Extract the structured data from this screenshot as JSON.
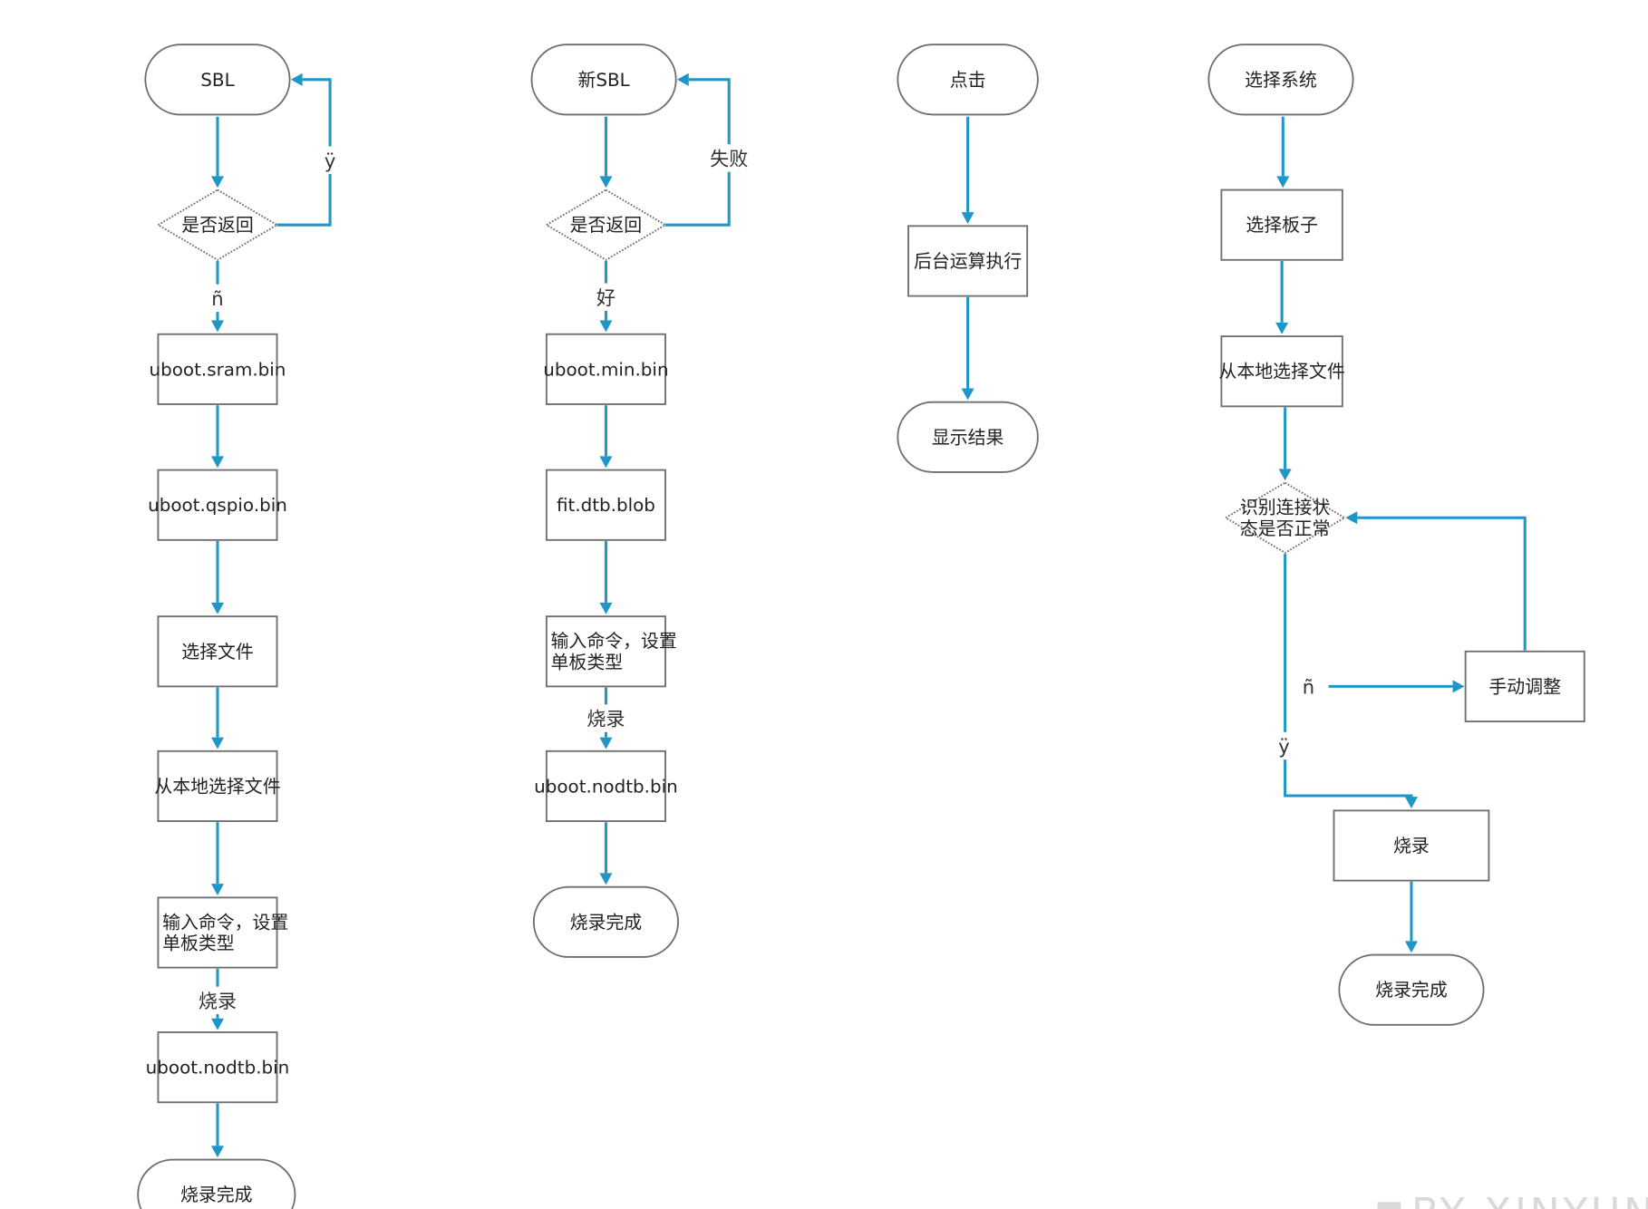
{
  "diagram": {
    "nodes": [
      {
        "id": "a_sbl",
        "shape": "terminal",
        "label": "SBL"
      },
      {
        "id": "a_q",
        "shape": "decision",
        "label": "是否返回"
      },
      {
        "id": "a_sram",
        "shape": "process",
        "label": "uboot.sram.bin"
      },
      {
        "id": "a_qspio",
        "shape": "process",
        "label": "uboot.qspio.bin"
      },
      {
        "id": "a_sel",
        "shape": "process",
        "label": "选择文件"
      },
      {
        "id": "a_local",
        "shape": "process",
        "label": "从本地选择文件"
      },
      {
        "id": "a_cmd",
        "shape": "process",
        "label": "输入命令，设置\n单板类型"
      },
      {
        "id": "a_nodtb",
        "shape": "process",
        "label": "uboot.nodtb.bin"
      },
      {
        "id": "a_done",
        "shape": "terminal",
        "label": "烧录完成"
      },
      {
        "id": "b_sbl",
        "shape": "terminal",
        "label": "新SBL"
      },
      {
        "id": "b_q",
        "shape": "decision",
        "label": "是否返回"
      },
      {
        "id": "b_min",
        "shape": "process",
        "label": "uboot.min.bin"
      },
      {
        "id": "b_fit",
        "shape": "process",
        "label": "fit.dtb.blob"
      },
      {
        "id": "b_cmd",
        "shape": "process",
        "label": "输入命令，设置\n单板类型"
      },
      {
        "id": "b_nodtb",
        "shape": "process",
        "label": "uboot.nodtb.bin"
      },
      {
        "id": "b_done",
        "shape": "terminal",
        "label": "烧录完成"
      },
      {
        "id": "c_click",
        "shape": "terminal",
        "label": "点击"
      },
      {
        "id": "c_run",
        "shape": "process",
        "label": "后台运算执行"
      },
      {
        "id": "c_show",
        "shape": "terminal",
        "label": "显示结果"
      },
      {
        "id": "d_sys",
        "shape": "terminal",
        "label": "选择系统"
      },
      {
        "id": "d_board",
        "shape": "process",
        "label": "选择板子"
      },
      {
        "id": "d_local",
        "shape": "process",
        "label": "从本地选择文件"
      },
      {
        "id": "d_q",
        "shape": "decision",
        "label": "识别连接状\n态是否正常"
      },
      {
        "id": "d_manual",
        "shape": "process",
        "label": "手动调整"
      },
      {
        "id": "d_burn",
        "shape": "process",
        "label": "烧录"
      },
      {
        "id": "d_done",
        "shape": "terminal",
        "label": "烧录完成"
      }
    ],
    "edges": [
      {
        "id": "a1",
        "label": ""
      },
      {
        "id": "a_loop",
        "label": "ÿ"
      },
      {
        "id": "a2",
        "label": "ñ"
      },
      {
        "id": "a3",
        "label": ""
      },
      {
        "id": "a4",
        "label": ""
      },
      {
        "id": "a5",
        "label": ""
      },
      {
        "id": "a6",
        "label": ""
      },
      {
        "id": "a7",
        "label": "烧录"
      },
      {
        "id": "a8",
        "label": ""
      },
      {
        "id": "b1",
        "label": ""
      },
      {
        "id": "b_loop",
        "label": "失败"
      },
      {
        "id": "b2",
        "label": "好"
      },
      {
        "id": "b3",
        "label": ""
      },
      {
        "id": "b4",
        "label": ""
      },
      {
        "id": "b5",
        "label": "烧录"
      },
      {
        "id": "b6",
        "label": ""
      },
      {
        "id": "c1",
        "label": ""
      },
      {
        "id": "c2",
        "label": ""
      },
      {
        "id": "d1",
        "label": ""
      },
      {
        "id": "d2",
        "label": ""
      },
      {
        "id": "d3",
        "label": ""
      },
      {
        "id": "d_no",
        "label": "ñ"
      },
      {
        "id": "d_back",
        "label": ""
      },
      {
        "id": "d_yes",
        "label": "ÿ"
      },
      {
        "id": "d4",
        "label": ""
      }
    ]
  },
  "watermark": {
    "text": "BY XINYUN"
  },
  "colors": {
    "edge": "#1e96c8",
    "shape_stroke": "#6f6f6f",
    "watermark": "#d9d9d9"
  }
}
